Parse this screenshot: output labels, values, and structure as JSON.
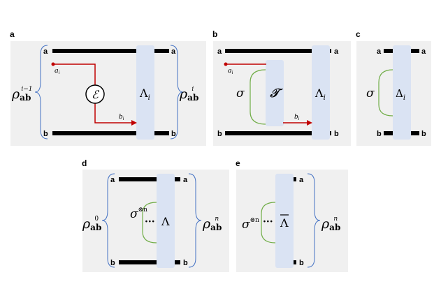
{
  "colors": {
    "panel_bg": "#f0f0f0",
    "channel_box": "#dae3f3",
    "wire": "#000000",
    "red_path": "#c00000",
    "brace": "#4472c4",
    "green_bracket": "#70ad47"
  },
  "panels": {
    "a": {
      "label": "a",
      "wire_top_left": "a",
      "wire_top_right": "a",
      "wire_bottom_left": "b",
      "wire_bottom_right": "b",
      "in_state": "ρ",
      "in_state_sub": "ab",
      "in_state_sup": "i−1",
      "out_state": "ρ",
      "out_state_sub": "ab",
      "out_state_sup": "i",
      "channel": "Λ",
      "channel_sub": "i",
      "node": "ℰ",
      "start_point": "a",
      "start_point_sub": "i",
      "end_point": "b",
      "end_point_sub": "i"
    },
    "b": {
      "label": "b",
      "wire_top_left": "a",
      "wire_top_right": "a",
      "wire_bottom_left": "b",
      "wire_bottom_right": "b",
      "sigma": "σ",
      "middle_box": "𝒯",
      "channel": "Λ",
      "channel_sub": "i",
      "start_point": "a",
      "start_point_sub": "i",
      "end_point": "b",
      "end_point_sub": "i"
    },
    "c": {
      "label": "c",
      "wire_top_left": "a",
      "wire_top_right": "a",
      "wire_bottom_left": "b",
      "wire_bottom_right": "b",
      "sigma": "σ",
      "channel": "Δ",
      "channel_sub": "i"
    },
    "d": {
      "label": "d",
      "wire_top_left": "a",
      "wire_top_right": "a",
      "wire_bottom_left": "b",
      "wire_bottom_right": "b",
      "in_state": "ρ",
      "in_state_sub": "ab",
      "in_state_sup": "0",
      "out_state": "ρ",
      "out_state_sub": "ab",
      "out_state_sup": "n",
      "sigma": "σ",
      "sigma_sup": "⊗n",
      "dots": "···",
      "channel": "Λ"
    },
    "e": {
      "label": "e",
      "wire_top_right": "a",
      "wire_bottom_right": "b",
      "out_state": "ρ",
      "out_state_sub": "ab",
      "out_state_sup": "n",
      "sigma": "σ",
      "sigma_sup": "⊗n",
      "dots": "···",
      "channel": "Λ"
    }
  }
}
